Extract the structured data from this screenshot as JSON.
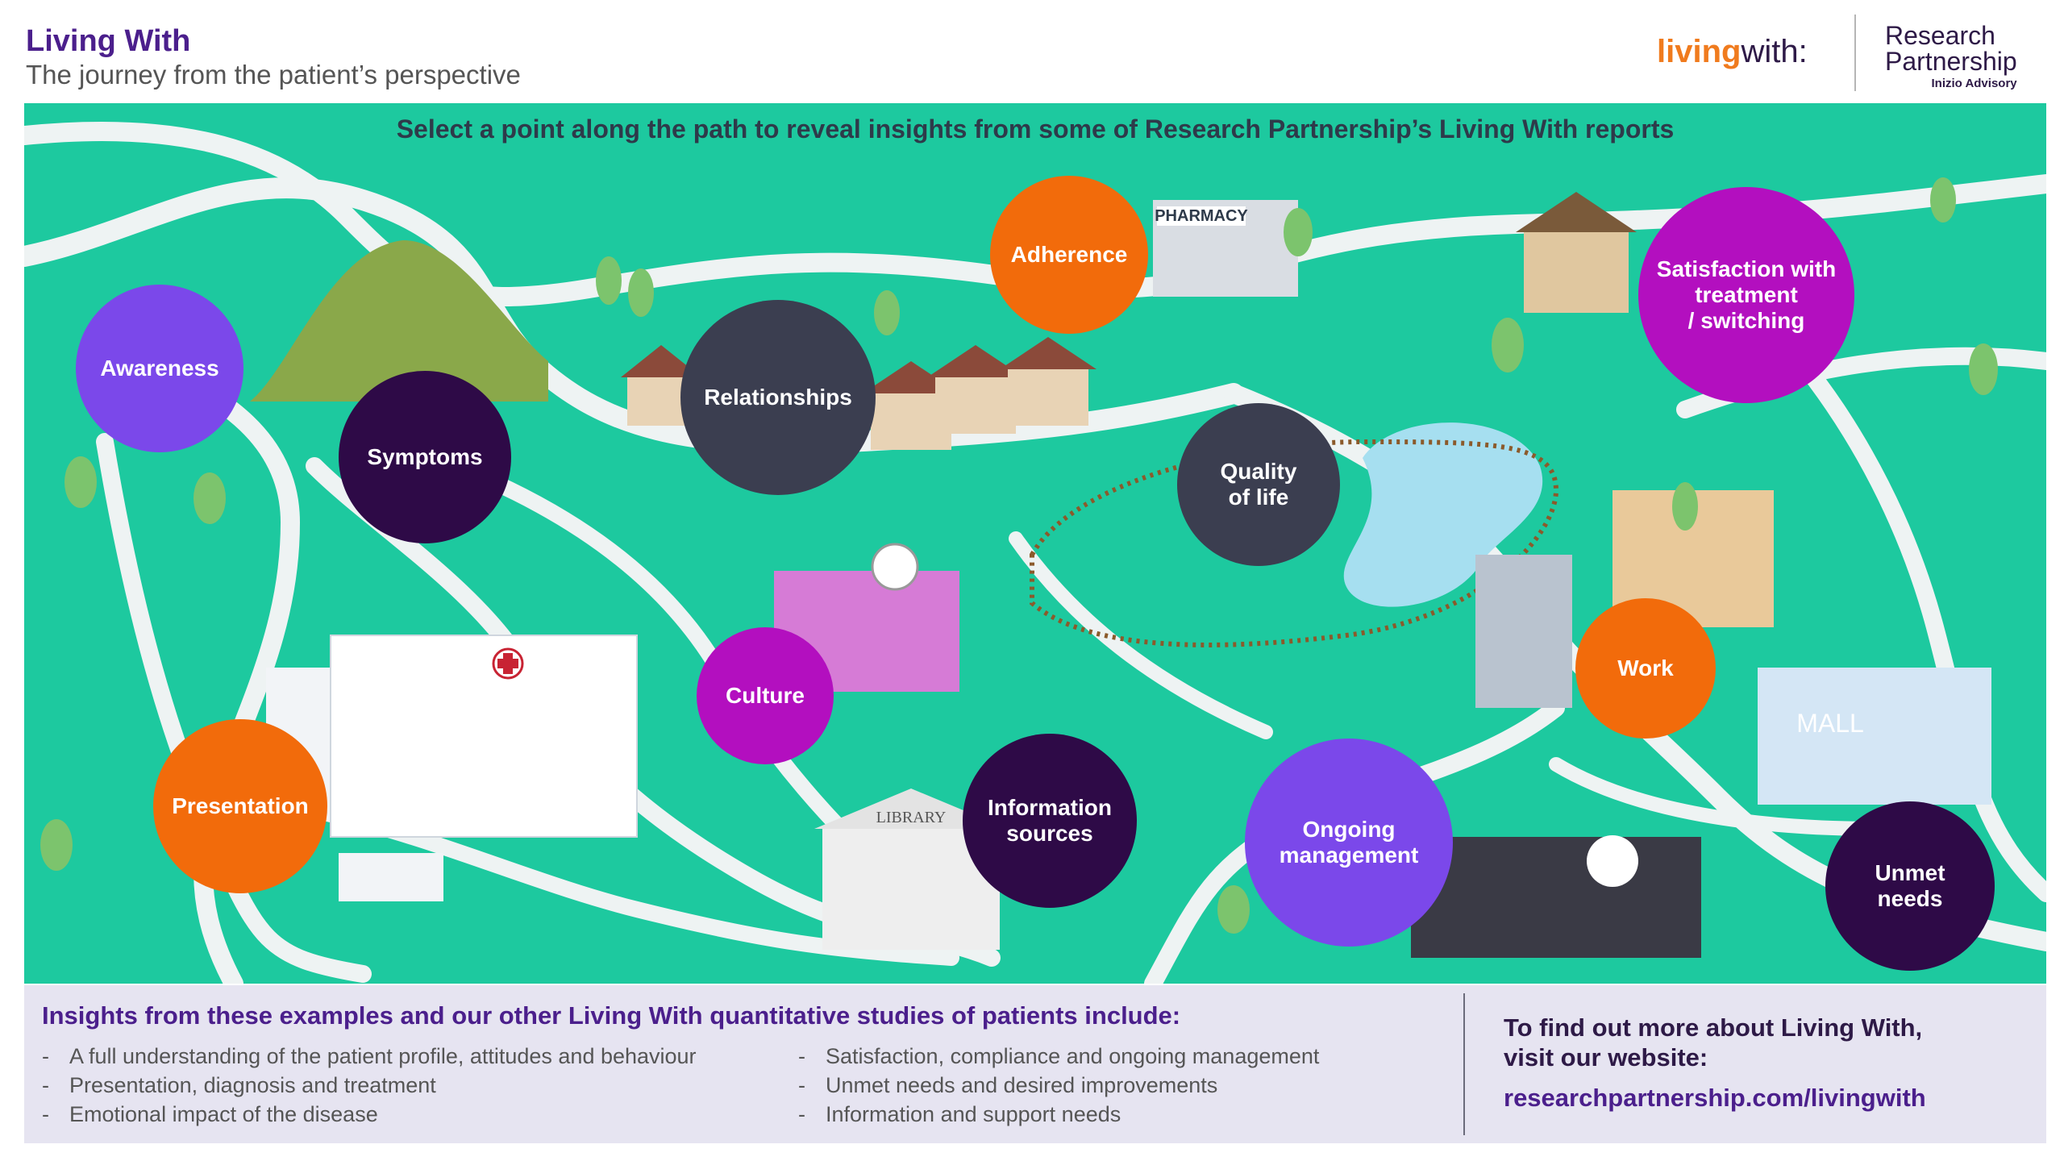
{
  "header": {
    "title": "Living With",
    "subtitle": "The journey from the patient’s perspective",
    "logo_living": "living",
    "logo_with": "with:",
    "brand_line1": "Research",
    "brand_line2": "Partnership",
    "brand_line3": "Inizio Advisory"
  },
  "map": {
    "instruction": "Select a point along the path to reveal insights from some of Research Partnership’s Living With reports",
    "points": [
      {
        "key": "awareness",
        "label": "Awareness",
        "color": "#7b48ea"
      },
      {
        "key": "symptoms",
        "label": "Symptoms",
        "color": "#2e0a47"
      },
      {
        "key": "relationships",
        "label": "Relationships",
        "color": "#3b3e50"
      },
      {
        "key": "adherence",
        "label": "Adherence",
        "color": "#f26b0b"
      },
      {
        "key": "satisfaction",
        "label": "Satisfaction with\ntreatment\n/ switching",
        "color": "#b30fbf"
      },
      {
        "key": "quality",
        "label": "Quality\nof life",
        "color": "#3b3e50"
      },
      {
        "key": "culture",
        "label": "Culture",
        "color": "#b30fbf"
      },
      {
        "key": "presentation",
        "label": "Presentation",
        "color": "#f26b0b"
      },
      {
        "key": "information",
        "label": "Information\nsources",
        "color": "#2e0a47"
      },
      {
        "key": "ongoing",
        "label": "Ongoing\nmanagement",
        "color": "#7b48ea"
      },
      {
        "key": "work",
        "label": "Work",
        "color": "#f26b0b"
      },
      {
        "key": "unmet",
        "label": "Unmet\nneeds",
        "color": "#2e0a47"
      }
    ],
    "signs": {
      "pharmacy": "PHARMACY",
      "library": "LIBRARY",
      "mall": "MALL"
    }
  },
  "footer": {
    "heading": "Insights from these examples and our other Living With quantitative studies of patients include:",
    "col1": [
      "A full understanding of the patient profile, attitudes and behaviour",
      "Presentation, diagnosis and treatment",
      "Emotional impact of the disease"
    ],
    "col2": [
      "Satisfaction, compliance and ongoing management",
      "Unmet needs and desired improvements",
      "Information and support needs"
    ],
    "cta_line1": "To find out more about Living With,",
    "cta_line2": "visit our website:",
    "cta_link": "researchpartnership.com/livingwith"
  },
  "colors": {
    "map_bg": "#1dc99f",
    "road": "#eef3f3",
    "brand_purple": "#4b1f8c",
    "footer_bg": "#e6e4f1"
  }
}
